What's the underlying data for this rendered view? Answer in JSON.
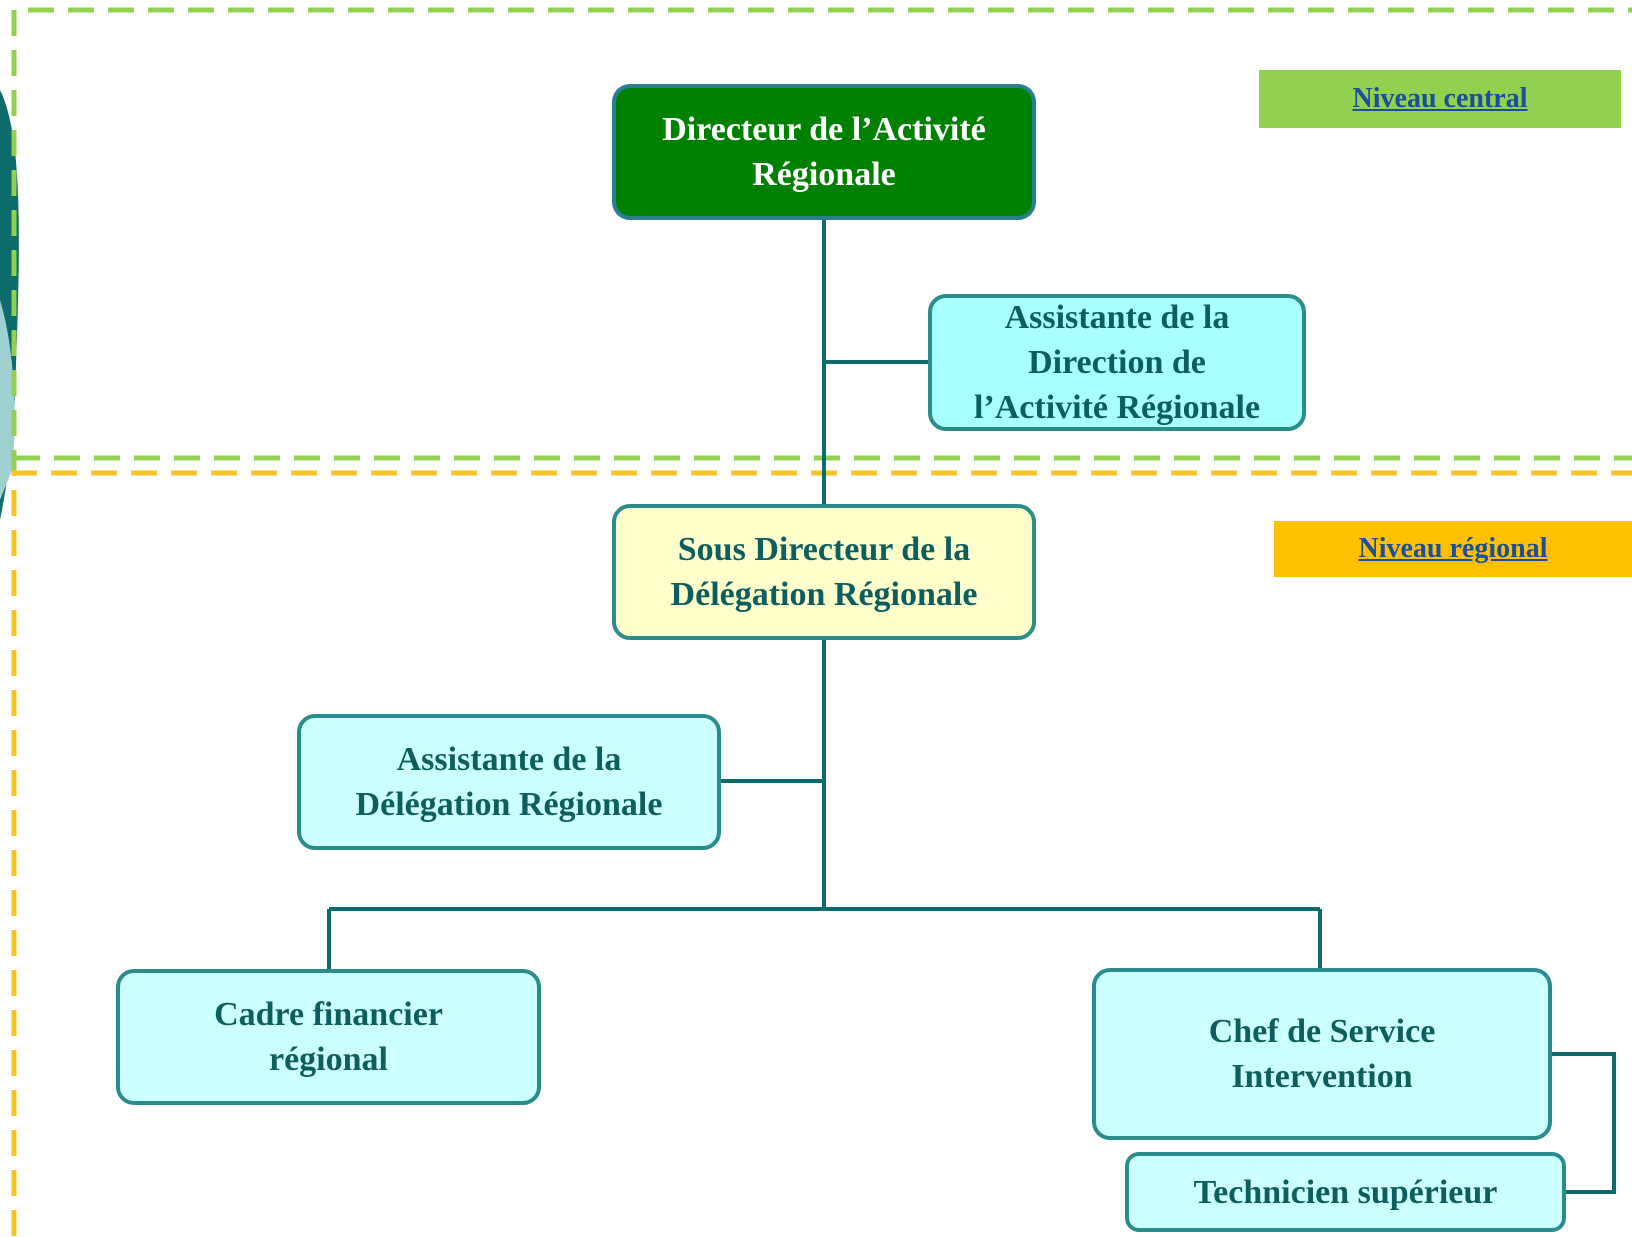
{
  "levels": {
    "central": {
      "label": "Niveau central",
      "color": "#92d050",
      "border_color": "#92d050"
    },
    "regional": {
      "label": "Niveau régional",
      "color": "#ffc000",
      "border_color": "#f7c325"
    }
  },
  "nodes": {
    "directeur": "Directeur de l’Activité\nRégionale",
    "assistante_direction": "Assistante de la\nDirection de\nl’Activité Régionale",
    "sous_directeur": "Sous Directeur de la\nDélégation Régionale",
    "assistante_delegation": "Assistante de la\nDélégation Régionale",
    "cadre_financier": "Cadre financier\nrégional",
    "chef_service": "Chef de Service\nIntervention",
    "technicien": "Technicien supérieur"
  },
  "colors": {
    "connector": "#0d6b6b",
    "box_border": "#2a8c8c",
    "box_text": "#0d5e5e",
    "top_box_fill": "#008000",
    "cyan_fill": "#ccffff",
    "yellow_fill": "#ffffcc"
  }
}
